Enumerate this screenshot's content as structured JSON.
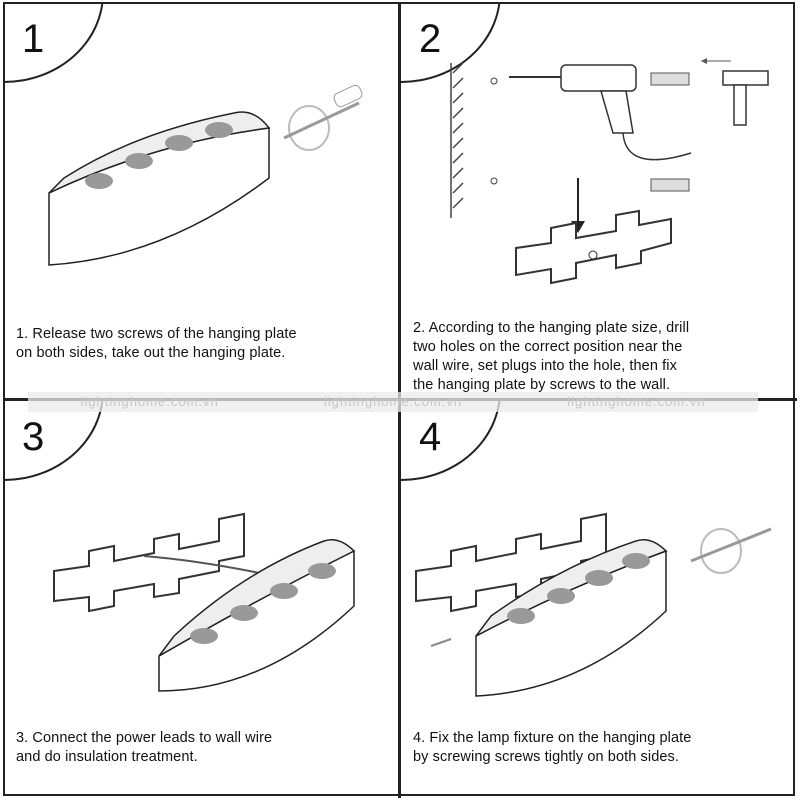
{
  "steps": [
    {
      "number": "1",
      "caption": [
        "1. Release two screws of the hanging plate",
        "on both sides, take out the hanging plate."
      ]
    },
    {
      "number": "2",
      "caption": [
        "2. According to the hanging plate size, drill",
        "two holes on the correct position near the",
        "wall wire, set plugs into the hole, then fix",
        "the hanging plate by screws to the wall."
      ]
    },
    {
      "number": "3",
      "caption": [
        "3. Connect the power leads to wall wire",
        "and do insulation treatment."
      ]
    },
    {
      "number": "4",
      "caption": [
        "4. Fix the lamp fixture on the hanging plate",
        "by screwing screws tightly on both sides."
      ]
    }
  ],
  "watermark": [
    "lightinghome.com.vn",
    "lightinghome.com.vn",
    "lightinghome.com.vn"
  ]
}
